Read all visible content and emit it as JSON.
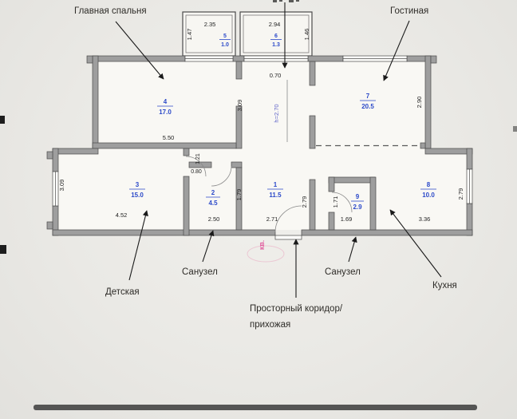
{
  "colors": {
    "room_number": "#2b49c9",
    "dimension": "#1e1e1e",
    "stamp": "#e0559b",
    "label": "#2e2c28",
    "wall": "#9e9e9e"
  },
  "labels": {
    "master_bedroom": "Главная спальня",
    "living_room": "Гостиная",
    "kids_room": "Детская",
    "bathroom_1": "Санузел",
    "bathroom_2": "Санузел",
    "kitchen": "Кухня",
    "corridor_line1": "Просторный коридор/",
    "corridor_line2": "прихожая"
  },
  "rooms": {
    "r1": {
      "num": "1",
      "area": "11.5"
    },
    "r2": {
      "num": "2",
      "area": "4.5"
    },
    "r3": {
      "num": "3",
      "area": "15.0"
    },
    "r4": {
      "num": "4",
      "area": "17.0"
    },
    "r5": {
      "num": "5",
      "area": "1.0"
    },
    "r6": {
      "num": "6",
      "area": "1.3"
    },
    "r7": {
      "num": "7",
      "area": "20.5"
    },
    "r8": {
      "num": "8",
      "area": "10.0"
    },
    "r9": {
      "num": "9",
      "area": "2.9"
    }
  },
  "dims": {
    "balcony_left_width": "2.35",
    "balcony_left_depth": "1.47",
    "balcony_right_width": "2.94",
    "balcony_right_depth": "1.46",
    "room4_side": "3.09",
    "room4_bottom": "5.50",
    "opening": "0.70",
    "room7_side": "2.90",
    "ceiling_height": "h=2.70",
    "niche_side": "1.21",
    "niche_width": "0.80",
    "room3_side": "3.09",
    "room3_bottom": "4.52",
    "room2_side": "1.79",
    "room2_bottom": "2.50",
    "room1_bottom": "2.71",
    "room1_side": "2.79",
    "room9_side": "1.71",
    "room9_bottom": "1.69",
    "room8_side": "2.79",
    "room8_bottom": "3.36"
  },
  "stamp": "КВ."
}
